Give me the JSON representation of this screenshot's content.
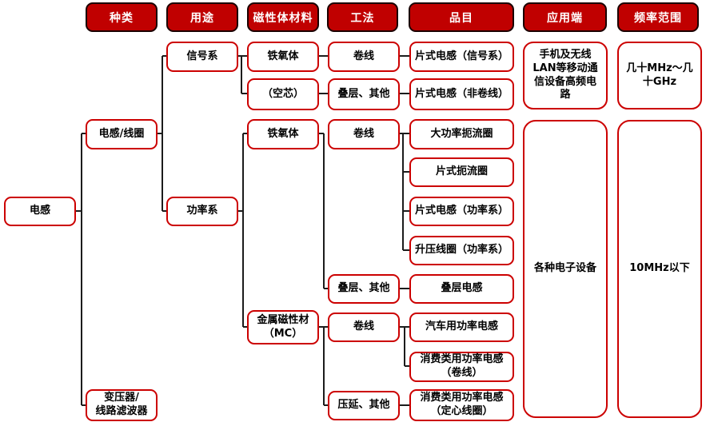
{
  "title": "电感分类结构图",
  "headers": [
    "种类",
    "用途",
    "磁性体材料",
    "工法",
    "品目",
    "应用端",
    "频率范围"
  ],
  "nodes": {
    "inductor": "电感",
    "inductor_coil": "电感/线圈",
    "transformer_filter": "变压器/\n线路滤波器",
    "signal_type": "信号系",
    "power_type": "功率系",
    "ferrite_signal": "铁氧体",
    "air_core": "（空芯）",
    "ferrite_power": "铁氧体",
    "metal_magnetic": "金属磁性材\n（MC）",
    "winding_signal": "卷线",
    "multilayer_other_signal": "叠层、其他",
    "winding_power": "卷线",
    "multilayer_other_power": "叠层、其他",
    "winding_mc": "卷线",
    "rolling_other": "压延、其他",
    "chip_inductor_signal": "片式电感（信号系）",
    "chip_inductor_nonwinding": "片式电感（非卷线）",
    "high_power_choke": "大功率扼流圈",
    "chip_choke": "片式扼流圈",
    "chip_inductor_power": "片式电感（功率系）",
    "boost_coil_power": "升压线圈（功率系）",
    "multilayer_inductor": "叠层电感",
    "automotive_power_inductor": "汽车用功率电感",
    "consumer_power_winding": "消费类用功率电感\n（卷线）",
    "consumer_power_core": "消费类用功率电感\n（定心线圈）",
    "app_mobile": "手机及无线\nLAN等移动通\n信设备高频电\n路",
    "app_various": "各种电子设备",
    "freq_high": "几十MHz～几\n十GHz",
    "freq_low": "10MHz以下"
  },
  "colors": {
    "header_fill": "#c00000",
    "header_border": "#1a0000",
    "header_text": "#ffffff",
    "node_border": "#cc0000",
    "node_fill": "#ffffff",
    "connector": "#1c1c1c",
    "text": "#000000",
    "bg": "#ffffff"
  }
}
